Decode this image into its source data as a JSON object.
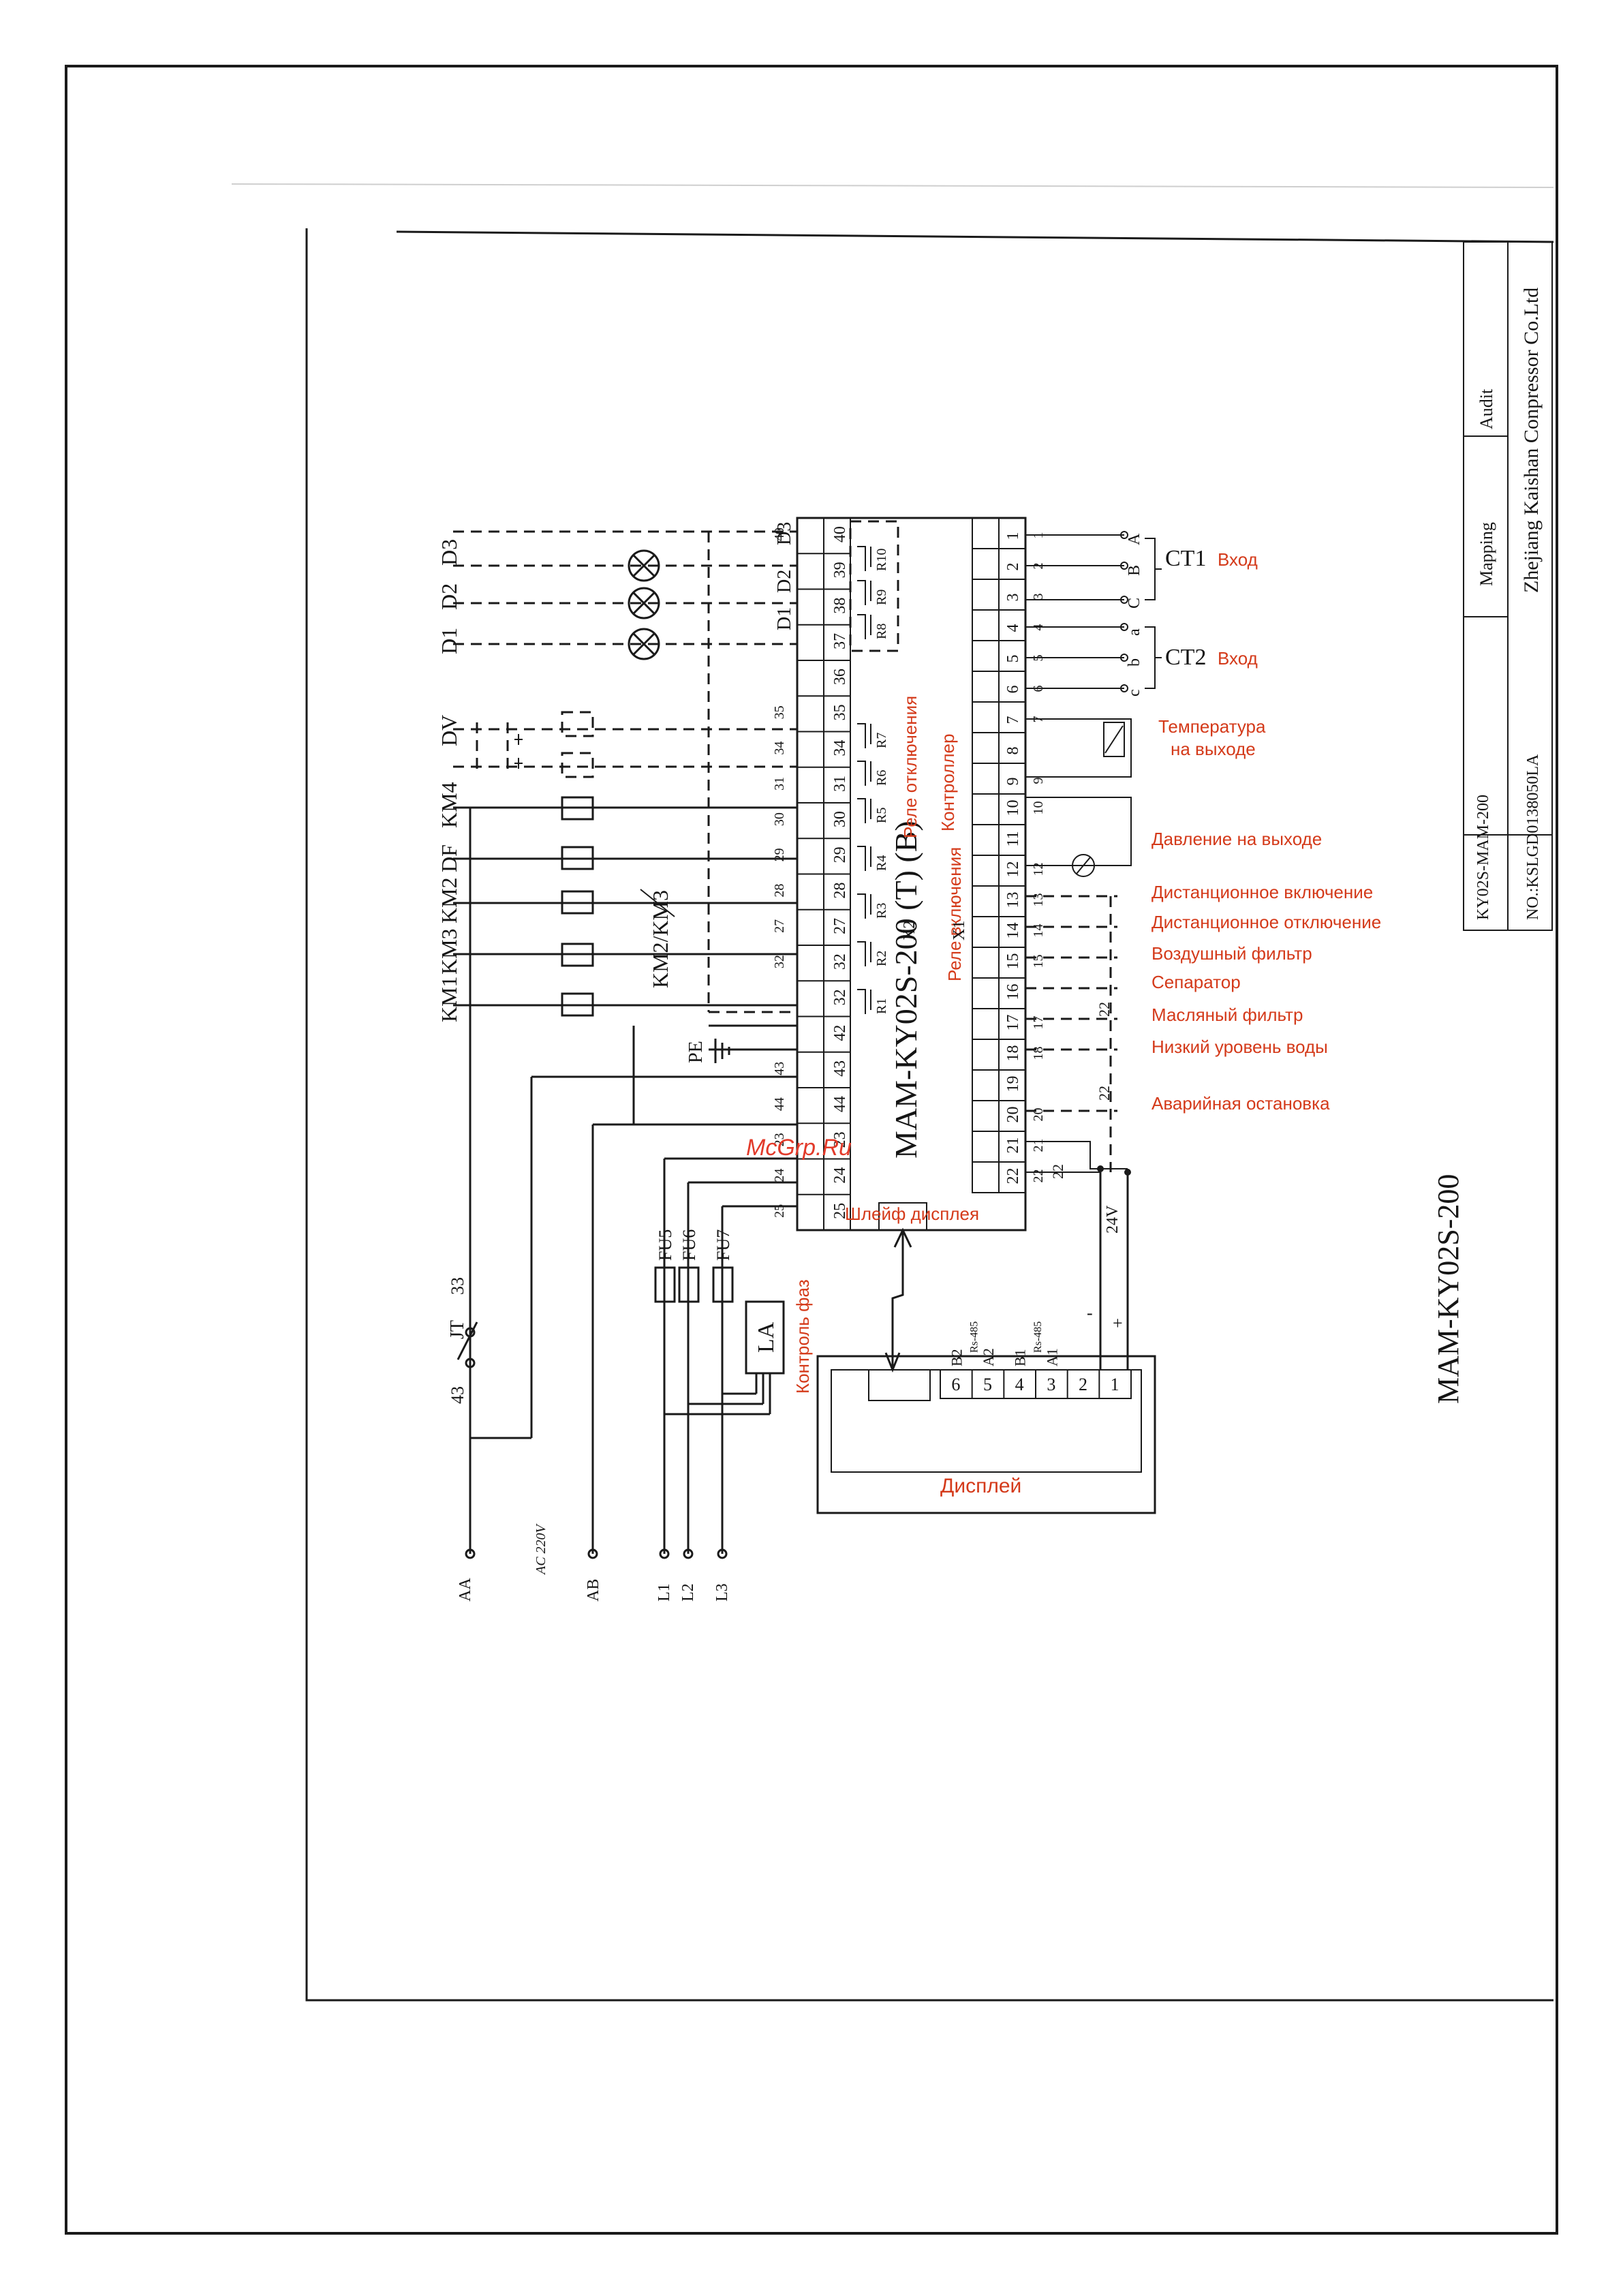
{
  "controller": {
    "model": "MAM-KY02S-200 (T) (B)",
    "label_controller": "Контроллер",
    "relay_off": "Реле отключения",
    "relay_on": "Реле включения",
    "x1": "X1",
    "x2": "X2",
    "display_cable": "Шлейф дисплея"
  },
  "bottom_terminals": [
    {
      "num": "1",
      "wire": "1"
    },
    {
      "num": "2",
      "wire": "2"
    },
    {
      "num": "3",
      "wire": "3"
    },
    {
      "num": "4",
      "wire": "4"
    },
    {
      "num": "5",
      "wire": "5"
    },
    {
      "num": "6",
      "wire": "6"
    },
    {
      "num": "7",
      "wire": "7"
    },
    {
      "num": "8",
      "wire": ""
    },
    {
      "num": "9",
      "wire": "9"
    },
    {
      "num": "10",
      "wire": "10"
    },
    {
      "num": "11",
      "wire": ""
    },
    {
      "num": "12",
      "wire": "12"
    },
    {
      "num": "13",
      "wire": "13"
    },
    {
      "num": "14",
      "wire": "14"
    },
    {
      "num": "15",
      "wire": "15"
    },
    {
      "num": "16",
      "wire": ""
    },
    {
      "num": "17",
      "wire": "17"
    },
    {
      "num": "18",
      "wire": "18"
    },
    {
      "num": "19",
      "wire": ""
    },
    {
      "num": "20",
      "wire": "20"
    },
    {
      "num": "21",
      "wire": "21"
    },
    {
      "num": "22",
      "wire": "22"
    }
  ],
  "top_terminals": [
    {
      "num": "40",
      "wire": "40"
    },
    {
      "num": "39",
      "wire": ""
    },
    {
      "num": "38",
      "wire": ""
    },
    {
      "num": "37",
      "wire": ""
    },
    {
      "num": "36",
      "wire": ""
    },
    {
      "num": "35",
      "wire": "35"
    },
    {
      "num": "34",
      "wire": "34"
    },
    {
      "num": "31",
      "wire": "31"
    },
    {
      "num": "30",
      "wire": "30"
    },
    {
      "num": "29",
      "wire": "29"
    },
    {
      "num": "28",
      "wire": "28"
    },
    {
      "num": "27",
      "wire": "27"
    },
    {
      "num": "32",
      "wire": "32"
    },
    {
      "num": "32",
      "wire": ""
    },
    {
      "num": "42",
      "wire": ""
    },
    {
      "num": "43",
      "wire": "43"
    },
    {
      "num": "44",
      "wire": "44"
    },
    {
      "num": "23",
      "wire": "23"
    },
    {
      "num": "24",
      "wire": "24"
    },
    {
      "num": "25",
      "wire": "25"
    }
  ],
  "relays": [
    "R10",
    "R9",
    "R8",
    "R7",
    "R6",
    "R5",
    "R4",
    "R3",
    "R2",
    "R1"
  ],
  "indicators": [
    "D3",
    "D2",
    "D1"
  ],
  "lamp_contacts": [
    "D3",
    "D2",
    "D1"
  ],
  "loads": [
    "DV",
    "KM4",
    "DF",
    "KM2",
    "KM3",
    "KM1"
  ],
  "km_note": "KM2/KM3",
  "pe": "PE",
  "inputs": {
    "ct1": "CT1",
    "ct1_in": "Вход",
    "ct2": "CT2",
    "ct2_in": "Вход",
    "phases_ct1": [
      "A",
      "B",
      "C"
    ],
    "phases_ct2": [
      "a",
      "b",
      "c"
    ]
  },
  "signals": [
    "Температура на выходе",
    "Давление на выходе",
    "Дистанционное включение",
    "Дистанционное отключение",
    "Воздушный фильтр",
    "Сепаратор",
    "Масляный фильтр",
    "Низкий уровень воды",
    "Аварийная остановка"
  ],
  "wire_numbers": {
    "n22a": "22",
    "n22b": "22",
    "n22c": "22",
    "v24": "24V",
    "minus": "-",
    "plus": "+"
  },
  "display": {
    "title": "Дисплей",
    "terminals": [
      "6",
      "5",
      "4",
      "3",
      "2",
      "1"
    ],
    "pins": [
      "B2",
      "A2",
      "B1",
      "A1"
    ],
    "rs": [
      "Rs-485",
      "Rs-485"
    ]
  },
  "power": {
    "jt": "JT",
    "n43": "43",
    "n33": "33",
    "fuses": [
      "FU5",
      "FU6",
      "FU7"
    ],
    "la": "LA",
    "phase_control": "Контроль фаз",
    "ac": "AC 220V",
    "terms": [
      "AA",
      "AB",
      "L1",
      "L2",
      "L3"
    ]
  },
  "title_block": {
    "mapping": "Mapping",
    "audit": "Audit",
    "company": "Zhejiang Kaishan Conpressor Co.Ltd",
    "drawing": "KY02S-MAM-200",
    "number": "NO.:KSLGD0138050LA"
  },
  "drawing_title": "MAM-KY02S-200",
  "watermark": "McGrp.Ru"
}
